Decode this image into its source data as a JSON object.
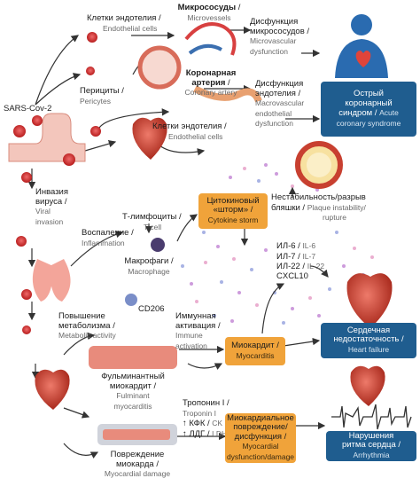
{
  "nodes": {
    "sars": {
      "label": "SARS-Cov-2"
    },
    "endothelial_top": {
      "ru": "Клетки эндотелия",
      "en": "Endothelial cells"
    },
    "microvessels": {
      "ru": "Микрососуды",
      "en": "Microvessels"
    },
    "micro_dysf": {
      "ru1": "Дисфункция",
      "ru2": "микрососудов",
      "en1": "Microvascular",
      "en2": "dysfunction"
    },
    "pericytes": {
      "ru": "Перициты",
      "en": "Pericytes"
    },
    "coronary": {
      "ru1": "Коронарная",
      "ru2": "артерия",
      "en": "Coronary artery"
    },
    "endo_dysf": {
      "ru1": "Дисфункция",
      "ru2": "эндотелия",
      "en1": "Macrovascular",
      "en2": "endothelial",
      "en3": "dysfunction"
    },
    "acs": {
      "ru1": "Острый",
      "ru2": "коронарный",
      "ru3": "синдром",
      "en1": "Acute",
      "en2": "coronary syndrome"
    },
    "endothelial_mid": {
      "ru": "Клетки эндотелия",
      "en": "Endothelial cells"
    },
    "invasion": {
      "ru1": "Инвазия",
      "ru2": "вируса",
      "en1": "Viral",
      "en2": "invasion"
    },
    "tcells": {
      "ru": "Т-лимфоциты",
      "en": "T cell"
    },
    "inflammation": {
      "ru": "Воспаление",
      "en": "Inflammation"
    },
    "cytokine": {
      "ru1": "Цитокиновый",
      "ru2": "«шторм»",
      "en": "Cytokine storm"
    },
    "plaque": {
      "ru1": "Нестабильность/разрыв",
      "ru2": "бляшки",
      "en1": "Plaque instability/",
      "en2": "rupture"
    },
    "macrophages": {
      "ru": "Макрофаги",
      "en": "Macrophage"
    },
    "cytokines": {
      "il6": "ИЛ-6",
      "il6en": "IL-6",
      "il7": "ИЛ-7",
      "il7en": "IL-7",
      "il22": "ИЛ-22",
      "il22en": "IL-22",
      "cxcl": "CXCL10"
    },
    "cd206": {
      "label": "CD206"
    },
    "metabolism": {
      "ru1": "Повышение",
      "ru2": "метаболизма",
      "en": "Metabolic activity"
    },
    "immune": {
      "ru1": "Иммунная",
      "ru2": "активация",
      "en1": "Immune",
      "en2": "activation"
    },
    "heart_failure": {
      "ru1": "Сердечная",
      "ru2": "недостаточность",
      "en": "Heart failure"
    },
    "myocarditis": {
      "ru": "Миокардит",
      "en": "Myocarditis"
    },
    "fulminant": {
      "ru1": "Фульминантный",
      "ru2": "миокардит",
      "en1": "Fulminant",
      "en2": "myocarditis"
    },
    "markers": {
      "trop_ru": "Тропонин I",
      "trop_en": "Troponin I",
      "ck_ru": "КФК",
      "ck_en": "CK",
      "ldh_ru": "ЛДГ",
      "ldh_en": "LDH"
    },
    "injury": {
      "ru1": "Повреждение",
      "ru2": "миокарда",
      "en": "Myocardial damage"
    },
    "myo_injury": {
      "ru1": "Миокардиальное",
      "ru2": "повреждение/",
      "ru3": "дисфункция",
      "en1": "Myocardial",
      "en2": "dysfunction/damage"
    },
    "arrhythmia": {
      "ru1": "Нарушения",
      "ru2": "ритма сердца",
      "en": "Arrhythmia"
    }
  },
  "colors": {
    "blue_box": "#1f5d8f",
    "orange_box": "#f0a33a",
    "grey_box": "#e8e8e8",
    "virus": "#c62828",
    "arrow": "#333333"
  }
}
